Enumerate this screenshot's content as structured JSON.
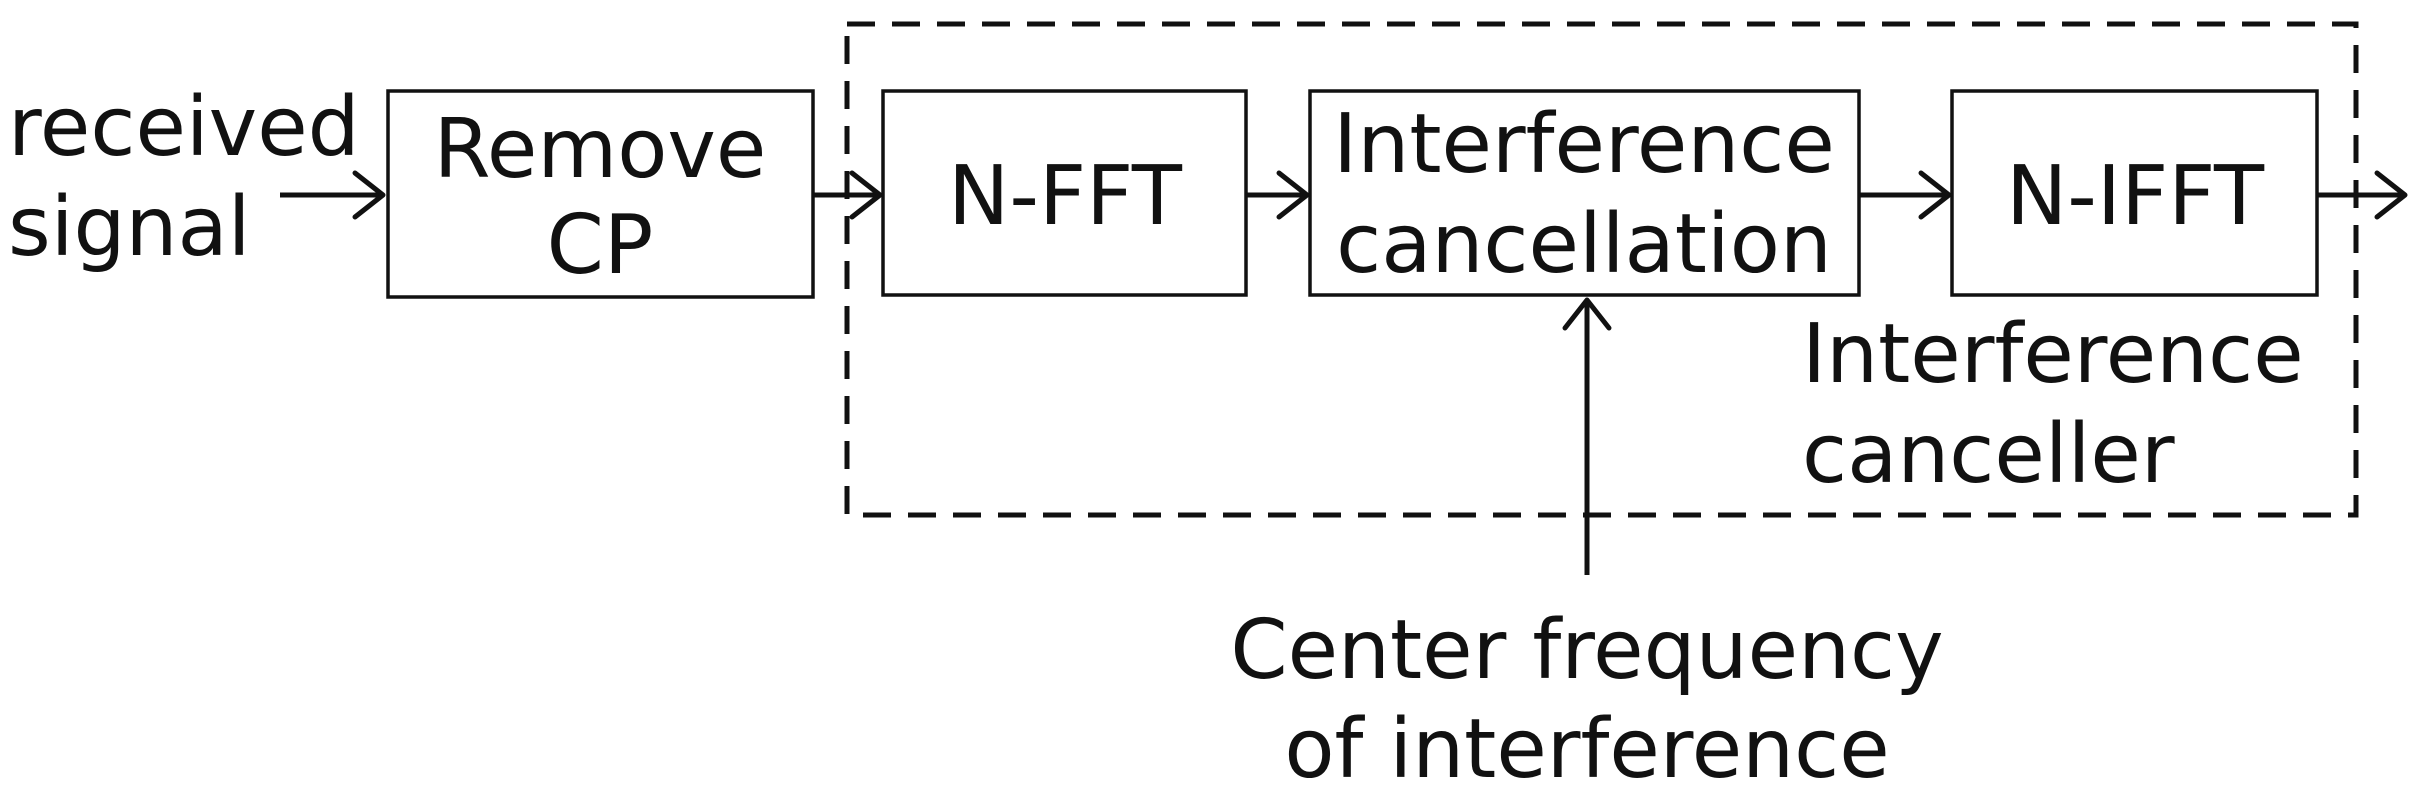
{
  "diagram": {
    "input_label": [
      "received",
      "signal"
    ],
    "blocks": {
      "remove_cp": [
        "Remove",
        "CP"
      ],
      "fft": "N-FFT",
      "interference_cancellation": [
        "Interference",
        "cancellation"
      ],
      "ifft": "N-IFFT"
    },
    "group_label": [
      "Interference",
      "canceller"
    ],
    "side_input_label": [
      "Center frequency",
      "of interference"
    ]
  }
}
